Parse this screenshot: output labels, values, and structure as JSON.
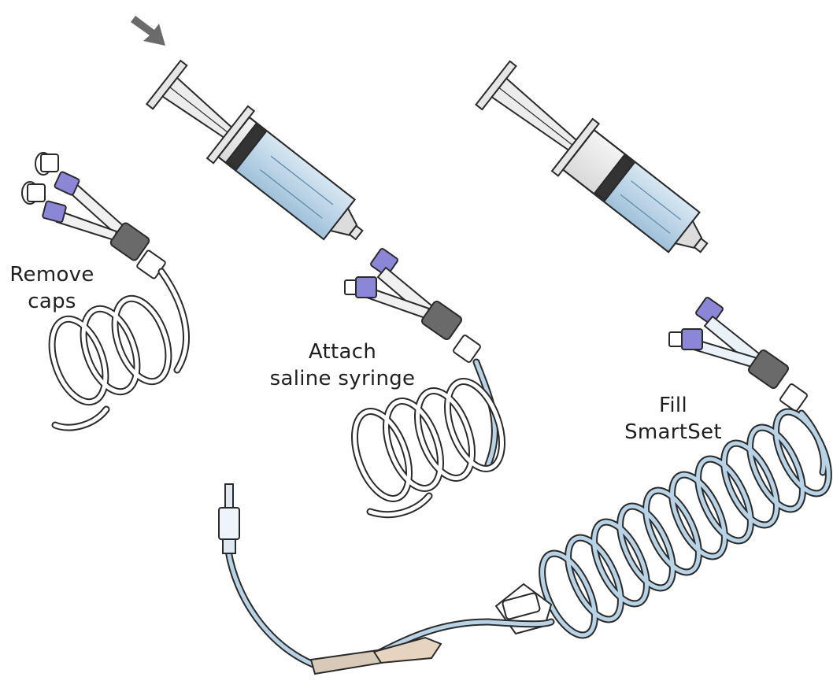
{
  "steps": [
    {
      "line1": "Remove",
      "line2": "caps"
    },
    {
      "line1": "Attach",
      "line2": "saline syringe"
    },
    {
      "line1": "Fill",
      "line2": "SmartSet"
    }
  ],
  "colors": {
    "outline": "#2a2a2a",
    "saline": "#b8d3e6",
    "saline_dark": "#7fa9c9",
    "connector": "#8c86d6",
    "plunger": "#333333",
    "arrow": "#6b6b6b",
    "tubing_empty": "#ffffff"
  }
}
